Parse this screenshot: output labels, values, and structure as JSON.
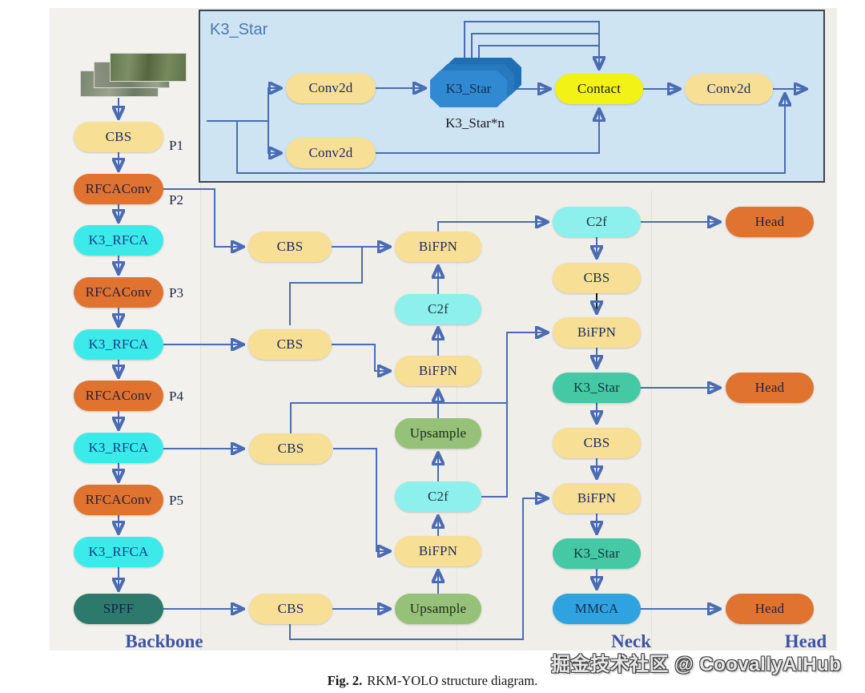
{
  "panel": {
    "title": "K3_Star",
    "conv_top": "Conv2d",
    "conv_bottom": "Conv2d",
    "stack_label": "K3_Star",
    "stack_caption": "K3_Star*n",
    "contact": "Contact",
    "conv_out": "Conv2d"
  },
  "backbone": {
    "section_label": "Backbone",
    "blocks": [
      {
        "label": "CBS",
        "tag": "P1"
      },
      {
        "label": "RFCAConv",
        "tag": "P2"
      },
      {
        "label": "K3_RFCA",
        "tag": ""
      },
      {
        "label": "RFCAConv",
        "tag": "P3"
      },
      {
        "label": "K3_RFCA",
        "tag": ""
      },
      {
        "label": "RFCAConv",
        "tag": "P4"
      },
      {
        "label": "K3_RFCA",
        "tag": ""
      },
      {
        "label": "RFCAConv",
        "tag": "P5"
      },
      {
        "label": "K3_RFCA",
        "tag": ""
      },
      {
        "label": "SPFF",
        "tag": ""
      }
    ]
  },
  "neck": {
    "section_label": "Neck",
    "cbs_blocks": [
      "CBS",
      "CBS",
      "CBS",
      "CBS"
    ],
    "fusion_blocks": [
      "BiFPN",
      "C2f",
      "BiFPN",
      "Upsample",
      "C2f",
      "BiFPN",
      "Upsample"
    ],
    "out_blocks": [
      "C2f",
      "CBS",
      "BiFPN",
      "K3_Star",
      "CBS",
      "BiFPN",
      "K3_Star",
      "MMCA"
    ]
  },
  "head": {
    "section_label": "Head",
    "blocks": [
      "Head",
      "Head",
      "Head"
    ]
  },
  "caption": {
    "fig": "Fig. 2.",
    "text": "RKM-YOLO structure diagram."
  },
  "watermark": "掘金技术社区 @ CoovallyAIHub",
  "colors": {
    "arrow_blue": "#4a6cb3",
    "arrow_black": "#1c1c1c",
    "panel_bg": "#cfe4f3",
    "block_tan": "#f8df96",
    "block_orange": "#e0732f",
    "block_cyan": "#3cebe9",
    "block_c2f": "#8df0ec",
    "block_green": "#96c178",
    "block_spff": "#2d7a6d",
    "block_k3star": "#45c9a5",
    "block_mmca": "#2fa3e0",
    "block_contact": "#f2f216",
    "stack_blue": "#3189d2",
    "label_blue": "#3c53a3"
  }
}
